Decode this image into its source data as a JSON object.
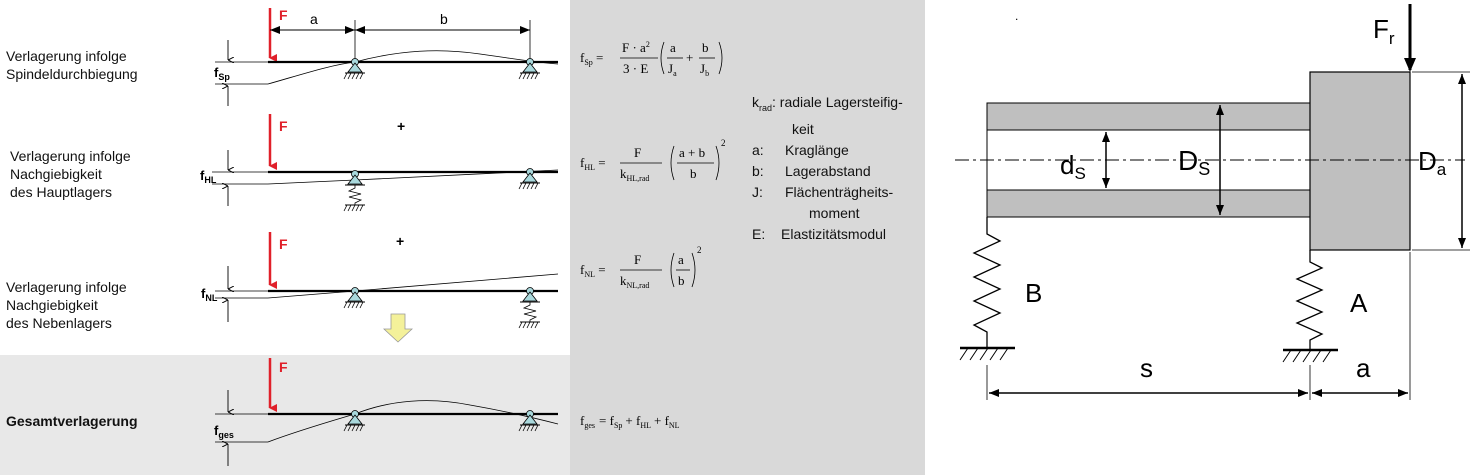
{
  "left_panel": {
    "rows": [
      {
        "label_lines": [
          "Verlagerung infolge",
          "Spindeldurchbiegung"
        ],
        "force": "F",
        "f_base": "f",
        "f_sub": "Sp"
      },
      {
        "label_lines": [
          "Verlagerung infolge",
          "Nachgiebigkeit",
          "des Hauptlagers"
        ],
        "force": "F",
        "f_base": "f",
        "f_sub": "HL"
      },
      {
        "label_lines": [
          "Verlagerung infolge",
          "Nachgiebigkeit",
          "des Nebenlagers"
        ],
        "force": "F",
        "f_base": "f",
        "f_sub": "NL"
      },
      {
        "label_lines": [
          "Gesamtverlagerung"
        ],
        "force": "F",
        "f_base": "f",
        "f_sub": "ges"
      }
    ],
    "dim_a": "a",
    "dim_b": "b",
    "plus_sign": "+"
  },
  "formulas": {
    "f_sp": {
      "lhs": "f",
      "lhs_sub": "Sp",
      "num": "F · a",
      "num_sup": "2",
      "den": "3 · E",
      "t1_num": "a",
      "t1_den": "J",
      "t1_den_sub": "a",
      "op": "+",
      "t2_num": "b",
      "t2_den": "J",
      "t2_den_sub": "b"
    },
    "f_hl": {
      "lhs": "f",
      "lhs_sub": "HL",
      "num": "F",
      "den": "k",
      "den_sub": "HL,rad",
      "p_num": "a + b",
      "p_den": "b",
      "exp": "2"
    },
    "f_nl": {
      "lhs": "f",
      "lhs_sub": "NL",
      "num": "F",
      "den": "k",
      "den_sub": "NL,rad",
      "p_num": "a",
      "p_den": "b",
      "exp": "2"
    },
    "f_ges": {
      "lhs": "f",
      "lhs_sub": "ges",
      "eq": "= f",
      "t1_sub": "Sp",
      "plus1": "+ f",
      "t2_sub": "HL",
      "plus2": "+ f",
      "t3_sub": "NL"
    }
  },
  "legend": {
    "krad_symbol": "k",
    "krad_sub": "rad",
    "krad_desc_1": ": radiale Lagersteifig-",
    "krad_desc_2": "keit",
    "items": [
      {
        "key": "a:",
        "desc": "Kraglänge"
      },
      {
        "key": "b:",
        "desc": "Lagerabstand"
      },
      {
        "key": "J:",
        "desc": "Flächenträgheits-",
        "desc2": "moment"
      },
      {
        "key": "E:",
        "desc": "Elastizitätsmodul"
      }
    ]
  },
  "right_diagram": {
    "force": "F",
    "force_sub": "r",
    "d_s": "d",
    "d_s_sub": "S",
    "D_s": "D",
    "D_s_sub": "S",
    "D_a": "D",
    "D_a_sub": "a",
    "spring_B": "B",
    "spring_A": "A",
    "dim_s": "s",
    "dim_a": "a",
    "dot": "."
  },
  "colors": {
    "force_arrow": "#e0202a",
    "bearing": "#a9d8dc",
    "shaded_row": "#e8e8e8",
    "middle_panel": "#d9d9d9",
    "shaft_fill": "#bfbfbf",
    "down_arrow": "#f4f19a"
  }
}
